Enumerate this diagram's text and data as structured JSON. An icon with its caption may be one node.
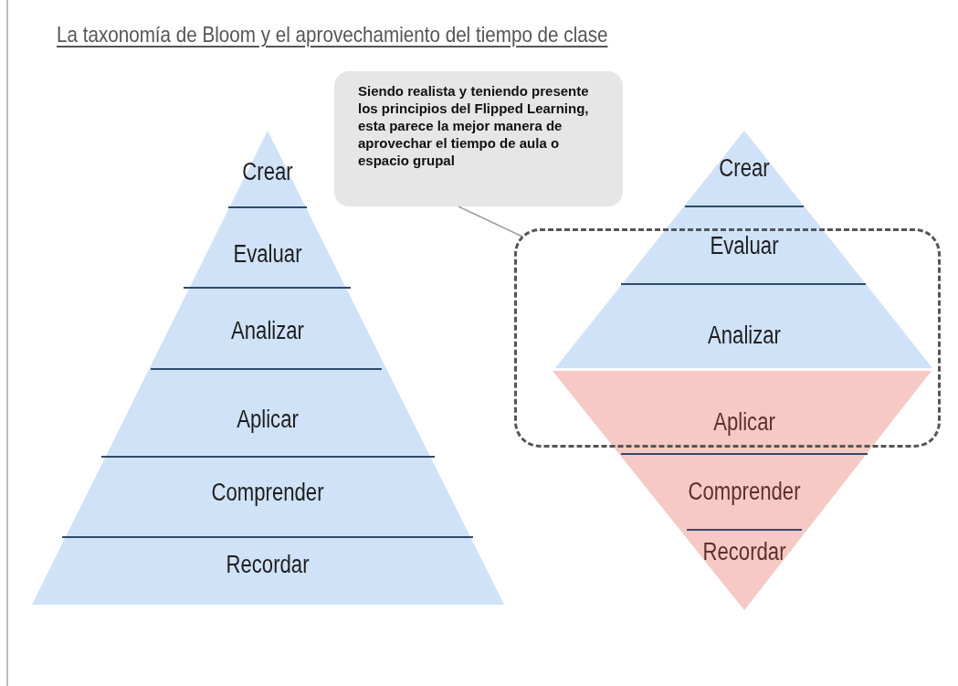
{
  "diagram": {
    "title": "La taxonomía de Bloom y el aprovechamiento del tiempo de clase",
    "nodes": [
      {
        "text": [
          "Crear"
        ]
      },
      {
        "text": [
          "Evaluar"
        ]
      },
      {
        "text": [
          "Analizar"
        ]
      },
      {
        "text": [
          "Aplicar"
        ]
      },
      {
        "text": [
          "Comprender"
        ]
      },
      {
        "text": [
          "Recordar"
        ]
      },
      {
        "text": [
          "Siendo realista y teniendo presente los principios del Flipped Learning, esta parece la mejor manera de aprovechar el tiempo de aula o espacio grupal"
        ]
      },
      {
        "text": [
          "Crear"
        ]
      },
      {
        "text": [
          "Evaluar"
        ],
        "in": 13
      },
      {
        "text": [
          "Analizar"
        ],
        "in": 13
      },
      {
        "text": [
          "Aplicar"
        ],
        "in": 13
      },
      {
        "text": [
          "Comprender"
        ]
      },
      {
        "text": [
          "Recordar"
        ]
      },
      {
        "text": [],
        "shape": "box"
      }
    ],
    "edges": [
      {
        "from": 6,
        "to": 13,
        "arrow": "none"
      }
    ]
  }
}
